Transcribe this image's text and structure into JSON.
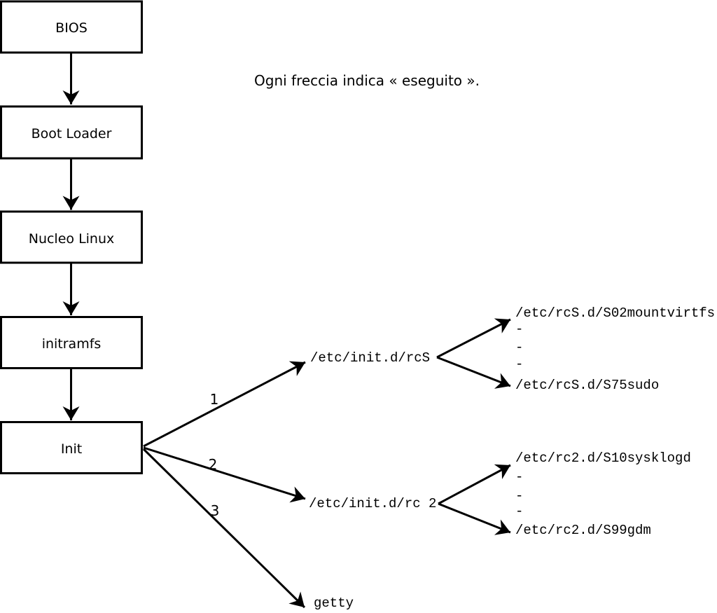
{
  "caption": "Ogni freccia indica « eseguito ».",
  "colors": {
    "line": "#000000",
    "background": "#ffffff",
    "text": "#000000"
  },
  "boot_chain": [
    {
      "label": "BIOS"
    },
    {
      "label": "Boot Loader"
    },
    {
      "label": "Nucleo Linux"
    },
    {
      "label": "initramfs"
    },
    {
      "label": "Init"
    }
  ],
  "init_branches": [
    {
      "number": "1",
      "target": "/etc/init.d/rcS"
    },
    {
      "number": "2",
      "target": "/etc/init.d/rc 2"
    },
    {
      "number": "3",
      "target": "getty"
    }
  ],
  "rcS_scripts": {
    "first": "/etc/rcS.d/S02mountvirtfs",
    "dots": [
      "-",
      "-",
      "-"
    ],
    "last": "/etc/rcS.d/S75sudo"
  },
  "rc2_scripts": {
    "first": "/etc/rc2.d/S10sysklogd",
    "dots": [
      "-",
      "-",
      "-"
    ],
    "last": "/etc/rc2.d/S99gdm"
  }
}
